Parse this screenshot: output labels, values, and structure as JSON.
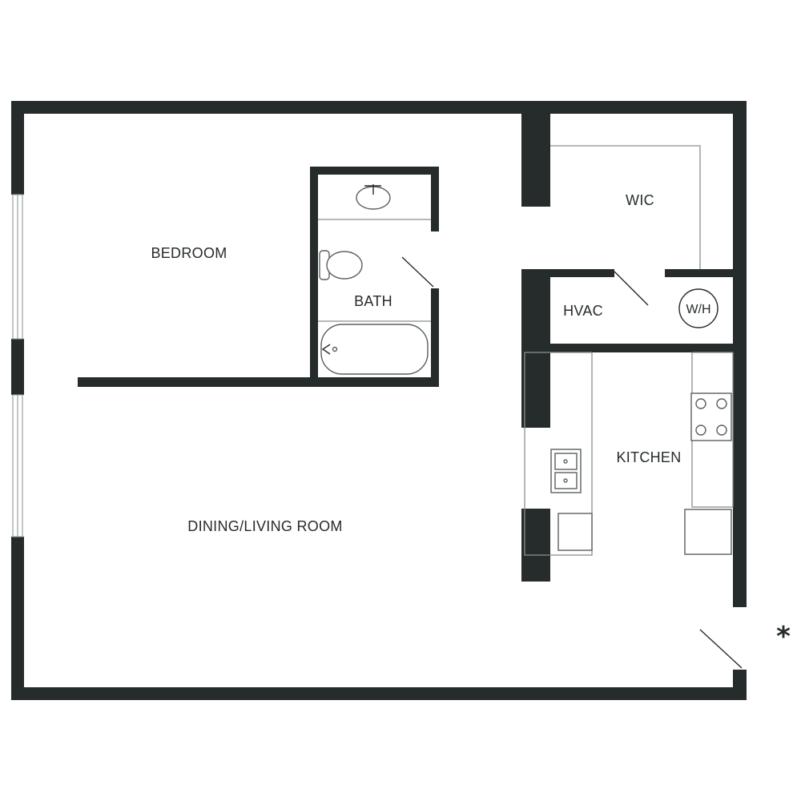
{
  "floor_plan": {
    "rooms": {
      "bedroom": "BEDROOM",
      "bath": "BATH",
      "wic": "WIC",
      "hvac": "HVAC",
      "kitchen": "KITCHEN",
      "dining_living": "DINING/LIVING ROOM"
    },
    "fixtures": {
      "water_heater": "W/H"
    },
    "entry_marker": "*"
  }
}
